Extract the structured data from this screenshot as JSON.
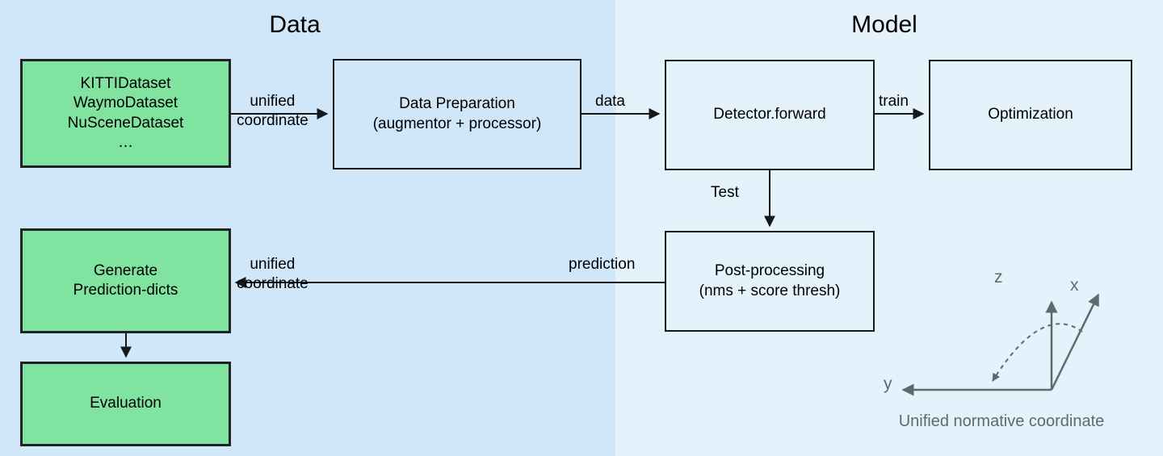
{
  "diagram": {
    "panels": [
      {
        "key": "data",
        "title": "Data"
      },
      {
        "key": "model",
        "title": "Model"
      }
    ],
    "nodes": {
      "datasets": {
        "lines": [
          "KITTIDataset",
          "WaymoDataset",
          "NuSceneDataset",
          "…"
        ],
        "fill": "#81e3a0"
      },
      "data_preparation": {
        "lines": [
          "Data Preparation",
          "(augmentor + processor)"
        ],
        "fill": "#cfe7f8"
      },
      "detector": {
        "lines": [
          "Detector.forward"
        ],
        "fill": "#e4f2fb"
      },
      "optimization": {
        "lines": [
          "Optimization"
        ],
        "fill": "#e4f2fb"
      },
      "post_processing": {
        "lines": [
          "Post-processing",
          "(nms + score thresh)"
        ],
        "fill": "#e4f2fb"
      },
      "generate_prediction_dicts": {
        "lines": [
          "Generate",
          "Prediction-dicts"
        ],
        "fill": "#81e3a0"
      },
      "evaluation": {
        "lines": [
          "Evaluation"
        ],
        "fill": "#81e3a0"
      }
    },
    "edge_labels": {
      "unified_coordinate_top_1": "unified",
      "unified_coordinate_top_2": "coordinate",
      "data": "data",
      "train": "train",
      "test": "Test",
      "prediction": "prediction",
      "unified_coordinate_bottom_1": "unified",
      "unified_coordinate_bottom_2": "coordinate"
    },
    "coordinate_frame": {
      "axis_z": "z",
      "axis_x": "x",
      "axis_y": "y",
      "caption": "Unified normative coordinate",
      "stroke": "#5e6a6e"
    },
    "colors": {
      "panel_data_bg": "#cfe7f8",
      "panel_model_bg": "#e4f2fb",
      "green_fill": "#81e3a0",
      "stroke": "#14181b",
      "coord_gray": "#5e6a6e"
    }
  }
}
